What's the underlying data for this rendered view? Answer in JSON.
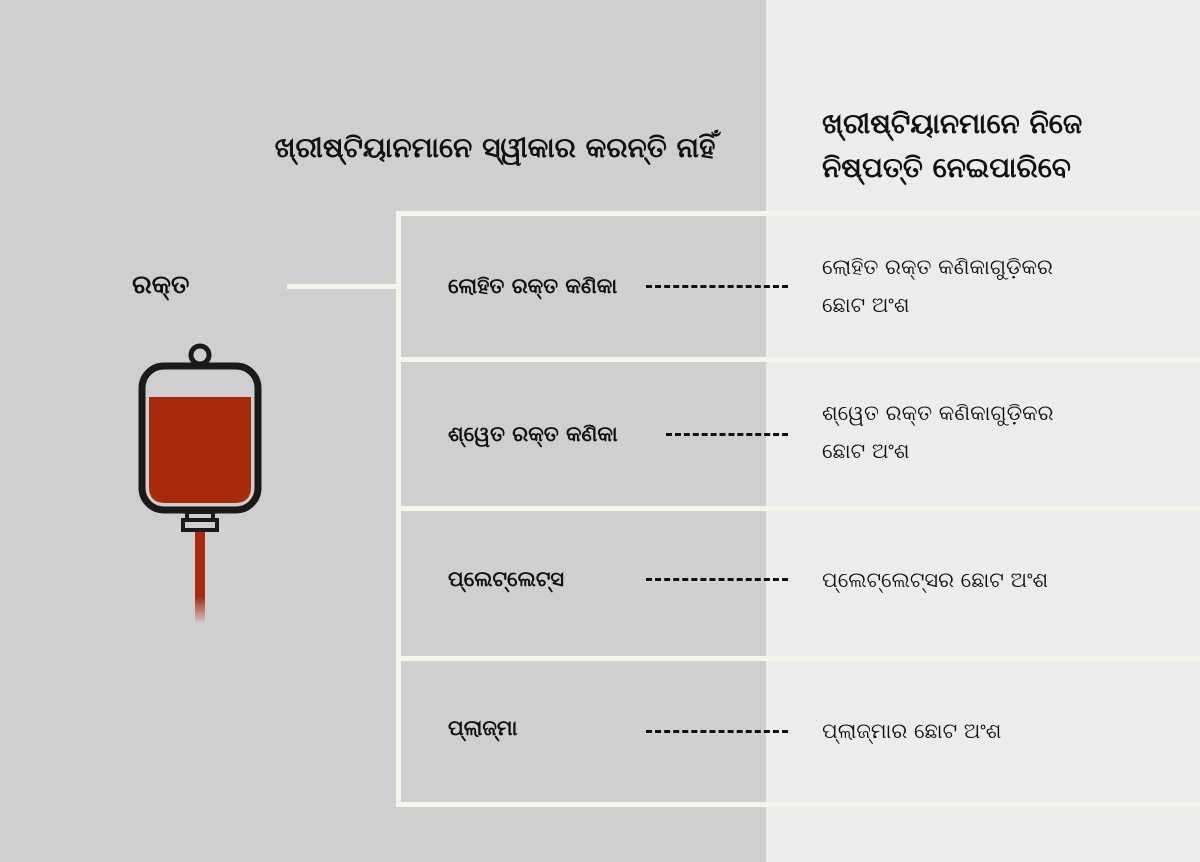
{
  "headings": {
    "not_accepted": "ଖ୍ରୀଷ୍ଟିୟାନମାନେ ସ୍ୱୀକାର କରନ୍ତି ନାହିଁ",
    "own_decision_line1": "ଖ୍ରୀଷ୍ଟିୟାନମାନେ ନିଜେ",
    "own_decision_line2": "ନିଷ୍ପତ୍ତି ନେଇପାରିବେ"
  },
  "blood": {
    "label": "ରକ୍ତ",
    "icon": "blood-bag-icon",
    "color": "#a82a0a"
  },
  "components": [
    {
      "name": "ଲୋହିତ ରକ୍ତ କଣିକା",
      "fraction_line1": "ଲୋହିତ ରକ୍ତ କଣିକାଗୁଡ଼ିକର",
      "fraction_line2": "ଛୋଟ ଅଂଶ"
    },
    {
      "name": "ଶ୍ୱେତ ରକ୍ତ କଣିକା",
      "fraction_line1": "ଶ୍ୱେତ ରକ୍ତ କଣିକାଗୁଡ଼ିକର",
      "fraction_line2": "ଛୋଟ ଅଂଶ"
    },
    {
      "name": "ପ୍ଲେଟ୍‌ଲେଟ୍‌ସ",
      "fraction_line1": "ପ୍ଲେଟ୍‌ଲେଟ୍‌ସର ଛୋଟ ଅଂଶ",
      "fraction_line2": ""
    },
    {
      "name": "ପ୍ଲାଜ୍‌ମା",
      "fraction_line1": "ପ୍ଲାଜ୍‌ମାର ଛୋଟ ଅଂଶ",
      "fraction_line2": ""
    }
  ]
}
